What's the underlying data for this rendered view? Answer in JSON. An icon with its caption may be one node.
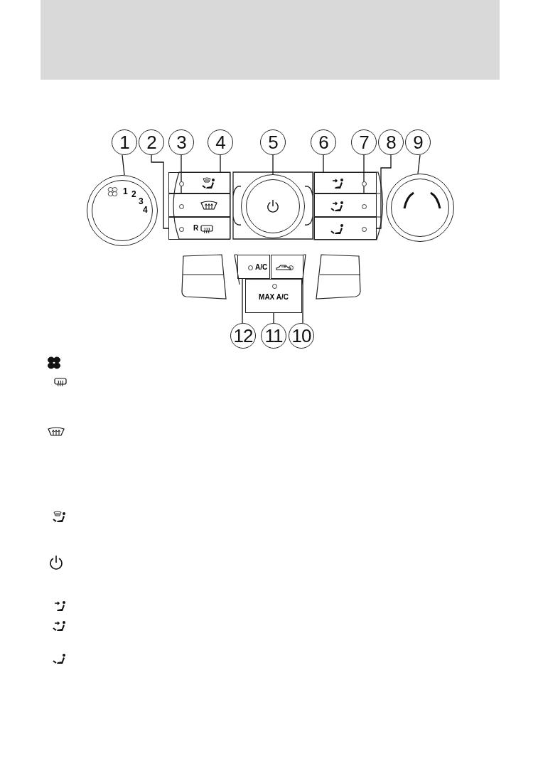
{
  "diagram": {
    "nodes": [
      {
        "text": [
          "1"
        ]
      },
      {
        "text": [
          "2"
        ]
      },
      {
        "text": [
          "3"
        ]
      },
      {
        "text": [
          "4"
        ]
      },
      {
        "text": [
          "5"
        ]
      },
      {
        "text": [
          "6"
        ]
      },
      {
        "text": [
          "7"
        ]
      },
      {
        "text": [
          "8"
        ]
      },
      {
        "text": [
          "9"
        ]
      },
      {
        "text": [
          "12"
        ]
      },
      {
        "text": [
          "11"
        ]
      },
      {
        "text": [
          "10"
        ]
      },
      {
        "text": [
          "1",
          "2",
          "3",
          "4"
        ]
      },
      {
        "text": [
          "R"
        ]
      },
      {
        "text": [],
        "shape": "box"
      },
      {
        "text": [],
        "shape": "box"
      },
      {
        "text": [],
        "shape": "circle"
      },
      {
        "text": [],
        "shape": "box"
      },
      {
        "text": [],
        "shape": "box"
      },
      {
        "text": [],
        "shape": "box"
      },
      {
        "text": [],
        "shape": "circle"
      },
      {
        "text": [
          "A/C"
        ]
      },
      {
        "text": [
          "MAX A/C"
        ]
      },
      {
        "text": [],
        "shape": "box"
      }
    ],
    "edges": [
      {
        "from": 0,
        "to": 12,
        "arrow": "none"
      },
      {
        "from": 1,
        "to": 13,
        "arrow": "none"
      },
      {
        "from": 2,
        "to": 14,
        "arrow": "none"
      },
      {
        "from": 3,
        "to": 15,
        "arrow": "none"
      },
      {
        "from": 4,
        "to": 16,
        "arrow": "none"
      },
      {
        "from": 5,
        "to": 17,
        "arrow": "none"
      },
      {
        "from": 6,
        "to": 18,
        "arrow": "none"
      },
      {
        "from": 7,
        "to": 19,
        "arrow": "none"
      },
      {
        "from": 8,
        "to": 20,
        "arrow": "none"
      },
      {
        "from": 9,
        "to": 21,
        "arrow": "none"
      },
      {
        "from": 10,
        "to": 22,
        "arrow": "none"
      },
      {
        "from": 11,
        "to": 23,
        "arrow": "none"
      }
    ]
  }
}
